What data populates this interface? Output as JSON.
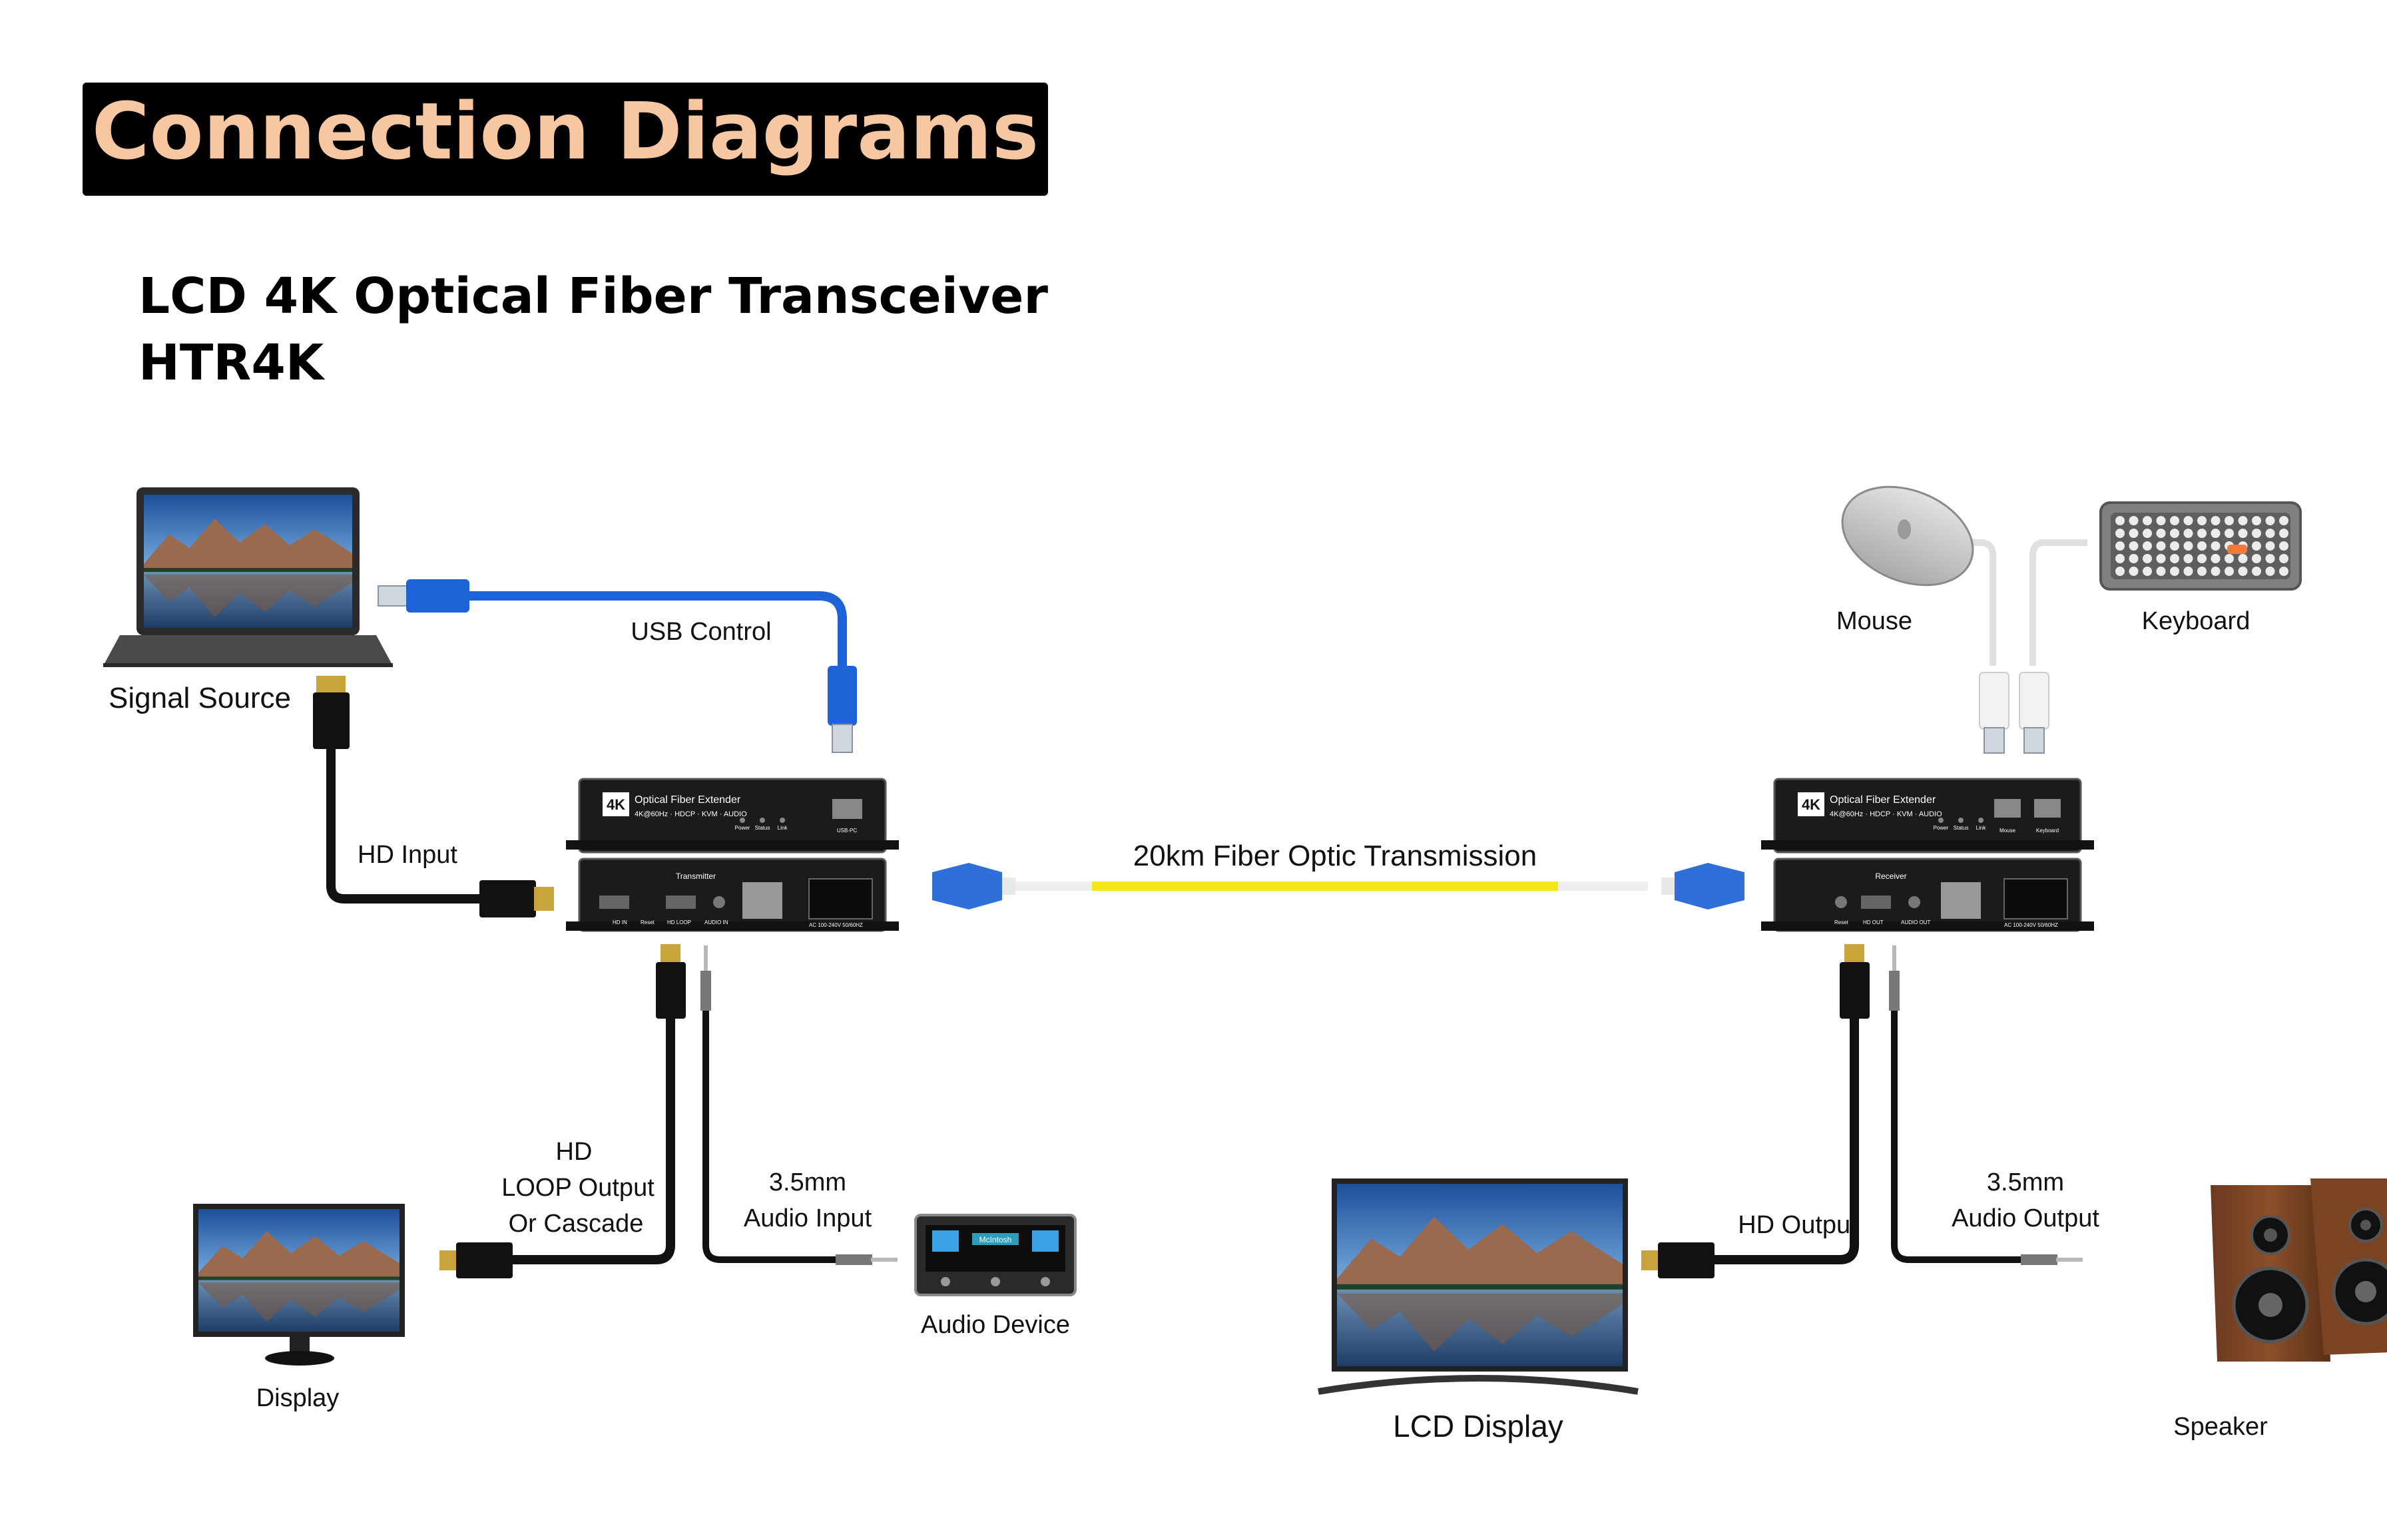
{
  "header": {
    "title": "Connection Diagrams",
    "product_name": "LCD 4K Optical Fiber Transceiver",
    "model": "HTR4K"
  },
  "colors": {
    "title_text": "#F6C7A0",
    "banner_bg": "#000000",
    "usb_blue": "#1E63D6",
    "fiber_yellow": "#F4E81A",
    "lc_blue": "#2E6FD8",
    "usb_white": "#F2F2F2"
  },
  "labels": {
    "signal_source": "Signal Source",
    "usb_control": "USB Control",
    "hd_input": "HD Input",
    "fiber": "20km Fiber Optic Transmission",
    "mouse": "Mouse",
    "keyboard": "Keyboard",
    "loop_line1": "HD",
    "loop_line2": "LOOP Output",
    "loop_line3": "Or Cascade",
    "audio_in_line1": "3.5mm",
    "audio_in_line2": "Audio Input",
    "audio_device": "Audio Device",
    "display": "Display",
    "lcd_display": "LCD Display",
    "hd_output": "HD Output",
    "audio_out_line1": "3.5mm",
    "audio_out_line2": "Audio Output",
    "speaker": "Speaker"
  },
  "transmitter": {
    "badge": "4K",
    "brand": "Optical Fiber Extender",
    "features": "4K@60Hz · HDCP · KVM · AUDIO",
    "panel_label": "Transmitter",
    "leds": [
      "Power",
      "Status",
      "Link"
    ],
    "usb_port": "USB-PC",
    "ports": [
      "HD IN",
      "Reset",
      "HD LOOP",
      "AUDIO IN"
    ],
    "power": "AC 100-240V 50/60HZ"
  },
  "receiver": {
    "badge": "4K",
    "brand": "Optical Fiber Extender",
    "features": "4K@60Hz · HDCP · KVM · AUDIO",
    "panel_label": "Receiver",
    "leds": [
      "Power",
      "Status",
      "Link"
    ],
    "usb_ports": [
      "Mouse",
      "Keyboard"
    ],
    "ports": [
      "Reset",
      "HD OUT",
      "AUDIO OUT"
    ],
    "power": "AC 100-240V 50/60HZ"
  },
  "audio_device_screen": "McIntosh"
}
